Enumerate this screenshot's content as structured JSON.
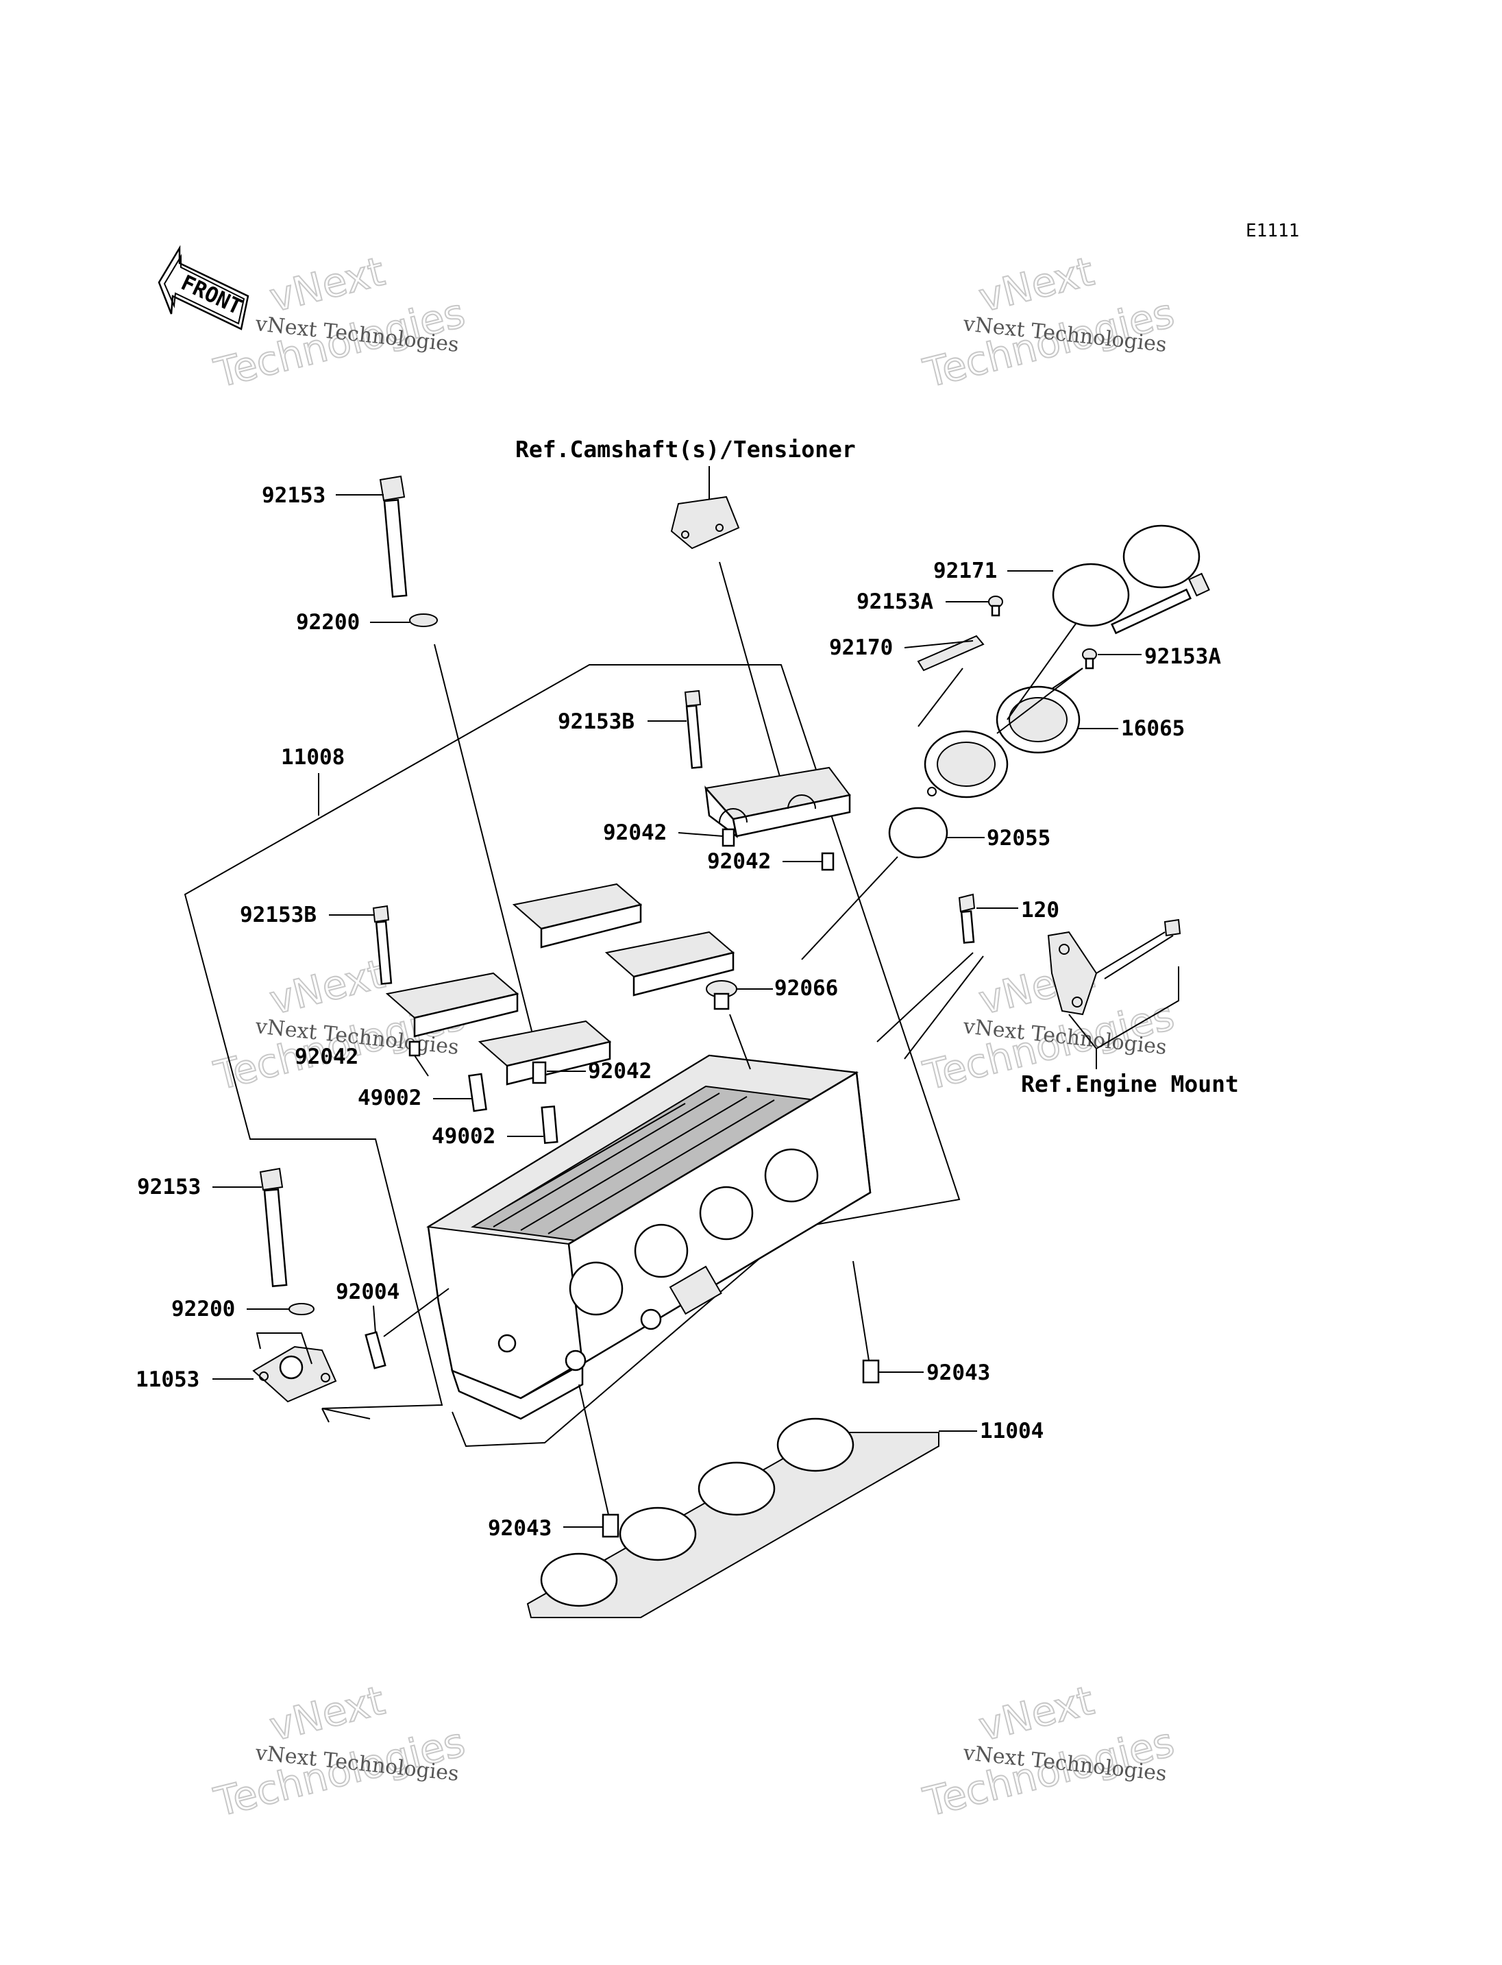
{
  "diagram_code": "E1111",
  "front_label": "FRONT",
  "references": {
    "camshaft": "Ref.Camshaft(s)/Tensioner",
    "engine_mount": "Ref.Engine Mount"
  },
  "watermark": {
    "line1": "vNext Technologies",
    "line2": "Technologies",
    "line3": "vNext"
  },
  "parts": {
    "p92153_top": "92153",
    "p92200_top": "92200",
    "p11008": "11008",
    "p92153B_a": "92153B",
    "p92153B_b": "92153B",
    "p92042_a": "92042",
    "p92042_b": "92042",
    "p92042_c": "92042",
    "p92042_d": "92042",
    "p49002_a": "49002",
    "p49002_b": "49002",
    "p92153_bot": "92153",
    "p92200_bot": "92200",
    "p11053": "11053",
    "p92004": "92004",
    "p92171": "92171",
    "p92153A_a": "92153A",
    "p92153A_b": "92153A",
    "p92170": "92170",
    "p16065": "16065",
    "p92055": "92055",
    "p120": "120",
    "p92066": "92066",
    "p92043_a": "92043",
    "p92043_b": "92043",
    "p11004": "11004"
  }
}
